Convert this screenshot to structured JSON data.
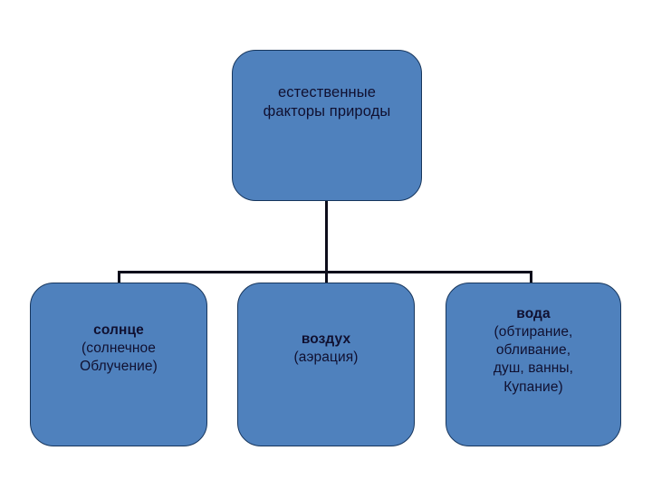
{
  "diagram": {
    "type": "hierarchy-tree",
    "title_text": "естественные факторы природы",
    "colors": {
      "node_fill": "#4F81BD",
      "node_border": "#17365D",
      "connector": "#0D0D1A",
      "text": "#101030",
      "background": "#FFFFFF"
    },
    "root": {
      "name": "естественные факторы природы",
      "lines": [
        "естественные",
        "факторы природы"
      ]
    },
    "children": [
      {
        "id": "sun",
        "title": "солнце",
        "lines": [
          "(солнечное",
          "Облучение)"
        ]
      },
      {
        "id": "air",
        "title": "воздух",
        "lines": [
          "(аэрация)"
        ]
      },
      {
        "id": "water",
        "title": "вода",
        "lines": [
          "(обтирание,",
          "обливание,",
          "душ, ванны,",
          "Купание)"
        ]
      }
    ]
  }
}
